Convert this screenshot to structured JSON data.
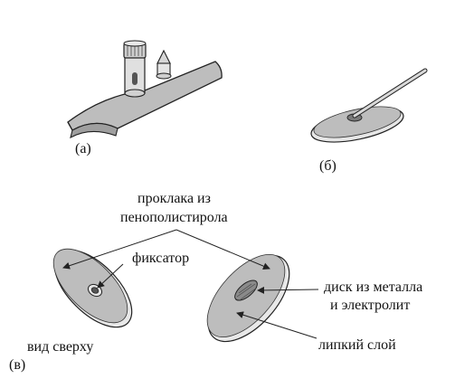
{
  "labels": {
    "panel_a": "(а)",
    "panel_b": "(б)",
    "panel_c": "(в)",
    "foam_line1": "проклака из",
    "foam_line2": "пенополистирола",
    "fixator": "фиксатор",
    "metal_disk_line1": "диск из металла",
    "metal_disk_line2": "и электролит",
    "adhesive": "липкий слой",
    "top_view": "вид сверху"
  },
  "colors": {
    "line": "#222222",
    "disk_fill": "#bdbdbd",
    "disk_edge": "#e6e6e6",
    "metal_fill": "#8a8a8a",
    "wire": "#d9d9d9"
  }
}
